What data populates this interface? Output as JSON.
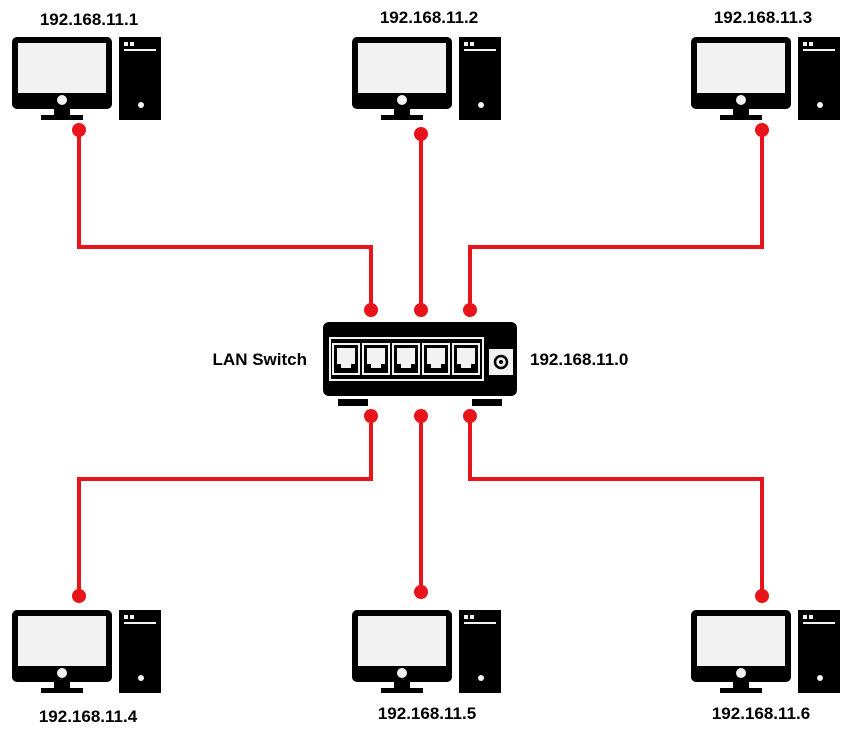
{
  "switch": {
    "label": "LAN Switch",
    "ip": "192.168.11.0",
    "port_count": 5
  },
  "hosts": [
    {
      "ip": "192.168.11.1"
    },
    {
      "ip": "192.168.11.2"
    },
    {
      "ip": "192.168.11.3"
    },
    {
      "ip": "192.168.11.4"
    },
    {
      "ip": "192.168.11.5"
    },
    {
      "ip": "192.168.11.6"
    }
  ],
  "colors": {
    "cable": "#e8141b",
    "device": "#000000",
    "screen": "#f2f2f2",
    "background": "#ffffff"
  },
  "icons": {
    "host": "desktop-computer-icon",
    "switch": "network-switch-icon"
  }
}
